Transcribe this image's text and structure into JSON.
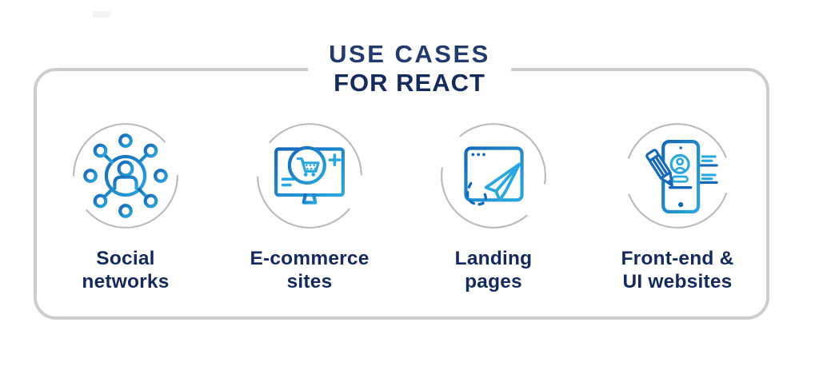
{
  "header": {
    "title_line1": "USE CASES",
    "title_line2": "FOR REACT"
  },
  "items": [
    {
      "icon": "social-networks-icon",
      "label_line1": "Social",
      "label_line2": "networks"
    },
    {
      "icon": "ecommerce-sites-icon",
      "label_line1": "E-commerce",
      "label_line2": "sites"
    },
    {
      "icon": "landing-pages-icon",
      "label_line1": "Landing",
      "label_line2": "pages"
    },
    {
      "icon": "frontend-ui-icon",
      "label_line1": "Front-end &",
      "label_line2": "UI websites"
    }
  ],
  "colors": {
    "title_light": "#223a6d",
    "title_bold": "#142a5c",
    "label": "#142a5c",
    "icon_blue_dark": "#1569b8",
    "icon_blue_light": "#2ba7e0",
    "frame_border": "#cbcdce",
    "arc_gray": "#b8babc",
    "bg": "#ffffff"
  }
}
